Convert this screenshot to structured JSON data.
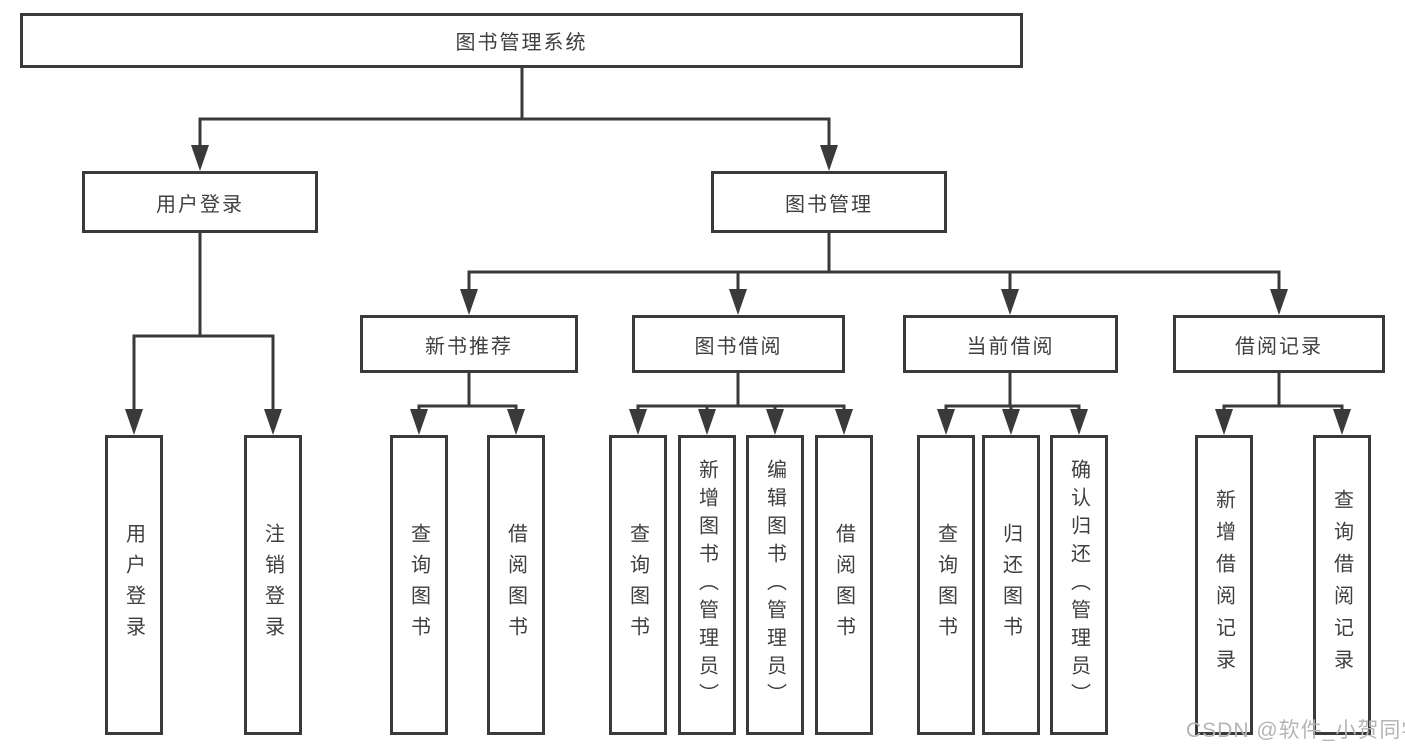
{
  "diagram": {
    "title": "图书管理系统",
    "root": {
      "label": "图书管理系统"
    },
    "branches": [
      {
        "label": "用户登录",
        "children": [
          {
            "label": "用户登录"
          },
          {
            "label": "注销登录"
          }
        ]
      },
      {
        "label": "图书管理",
        "children": [
          {
            "label": "新书推荐",
            "children": [
              {
                "label": "查询图书"
              },
              {
                "label": "借阅图书"
              }
            ]
          },
          {
            "label": "图书借阅",
            "children": [
              {
                "label": "查询图书"
              },
              {
                "label": "新增图书（管理员）"
              },
              {
                "label": "编辑图书（管理员）"
              },
              {
                "label": "借阅图书"
              }
            ]
          },
          {
            "label": "当前借阅",
            "children": [
              {
                "label": "查询图书"
              },
              {
                "label": "归还图书"
              },
              {
                "label": "确认归还（管理员）"
              }
            ]
          },
          {
            "label": "借阅记录",
            "children": [
              {
                "label": "新增借阅记录"
              },
              {
                "label": "查询借阅记录"
              }
            ]
          }
        ]
      }
    ]
  },
  "watermark": {
    "text": "CSDN @软件_小贺同学"
  },
  "colors": {
    "line": "#3a3a3a",
    "text": "#3f3f3f",
    "background": "#ffffff",
    "watermark": "#b5b5b5"
  }
}
